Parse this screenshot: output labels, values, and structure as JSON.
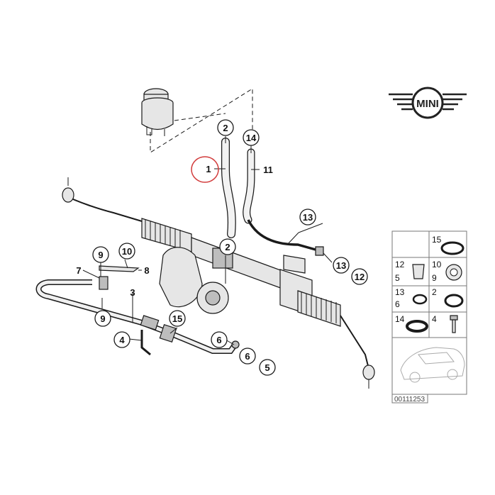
{
  "brand": {
    "logo_text": "MINI",
    "logo_color": "#222222"
  },
  "highlight_color": "#d23c3c",
  "callouts": {
    "c1": "1",
    "c2a": "2",
    "c14": "14",
    "c11": "11",
    "c2b": "2",
    "c13a": "13",
    "c13b": "13",
    "c12": "12",
    "c9a": "9",
    "c10": "10",
    "c8": "8",
    "c7": "7",
    "c3": "3",
    "c9b": "9",
    "c15": "15",
    "c4": "4",
    "c6a": "6",
    "c6b": "6",
    "c5": "5"
  },
  "legend_grid": {
    "cells": [
      {
        "labels": [
          "15"
        ]
      },
      {
        "labels": [
          "12",
          "5"
        ]
      },
      {
        "labels": [
          "10",
          "9"
        ]
      },
      {
        "labels": [
          "13",
          "6"
        ]
      },
      {
        "labels": [
          "2"
        ]
      },
      {
        "labels": [
          "14"
        ]
      },
      {
        "labels": [
          "4"
        ]
      }
    ]
  },
  "diagram_id": "00111253"
}
